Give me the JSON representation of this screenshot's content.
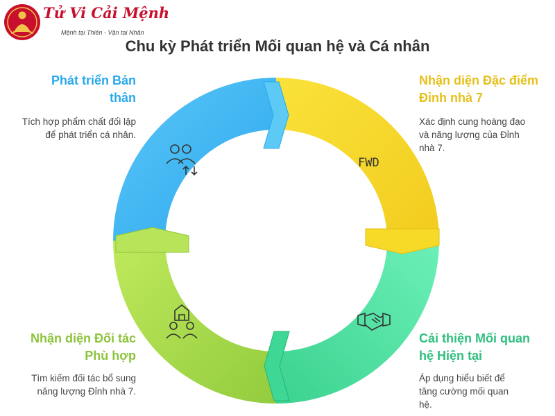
{
  "logo": {
    "title": "Tử Vi Cải Mệnh",
    "subtitle": "Mệnh tại Thiên - Vận tại Nhân"
  },
  "title": "Chu kỳ Phát triển Mối quan hệ và Cá nhân",
  "colors": {
    "blue": "#45b9f0",
    "yellow": "#f6d62a",
    "green": "#4cdc9a",
    "lime": "#a8d94c",
    "text_dark": "#333333"
  },
  "stages": {
    "top_left": {
      "heading": "Phát triển Bản thân",
      "description": "Tích hợp phẩm chất đối lập để phát triển cá nhân.",
      "color": "#29a9ec",
      "icon": "people-exchange-icon"
    },
    "top_right": {
      "heading": "Nhận diện Đặc điểm Đỉnh nhà 7",
      "description": "Xác định cung hoàng đạo và năng lượng của Đỉnh nhà 7.",
      "color": "#e6c01c",
      "icon": "fwd-icon",
      "icon_text": "FWD"
    },
    "bottom_right": {
      "heading": "Cải thiện Mối quan hệ Hiện tại",
      "description": "Áp dụng hiểu biết để tăng cường mối quan hệ.",
      "color": "#2fbf7e",
      "icon": "handshake-icon"
    },
    "bottom_left": {
      "heading": "Nhận diện Đối tác Phù hợp",
      "description": "Tìm kiếm đối tác bổ sung năng lượng Đỉnh nhà 7.",
      "color": "#8cc43c",
      "icon": "partners-home-icon"
    }
  }
}
